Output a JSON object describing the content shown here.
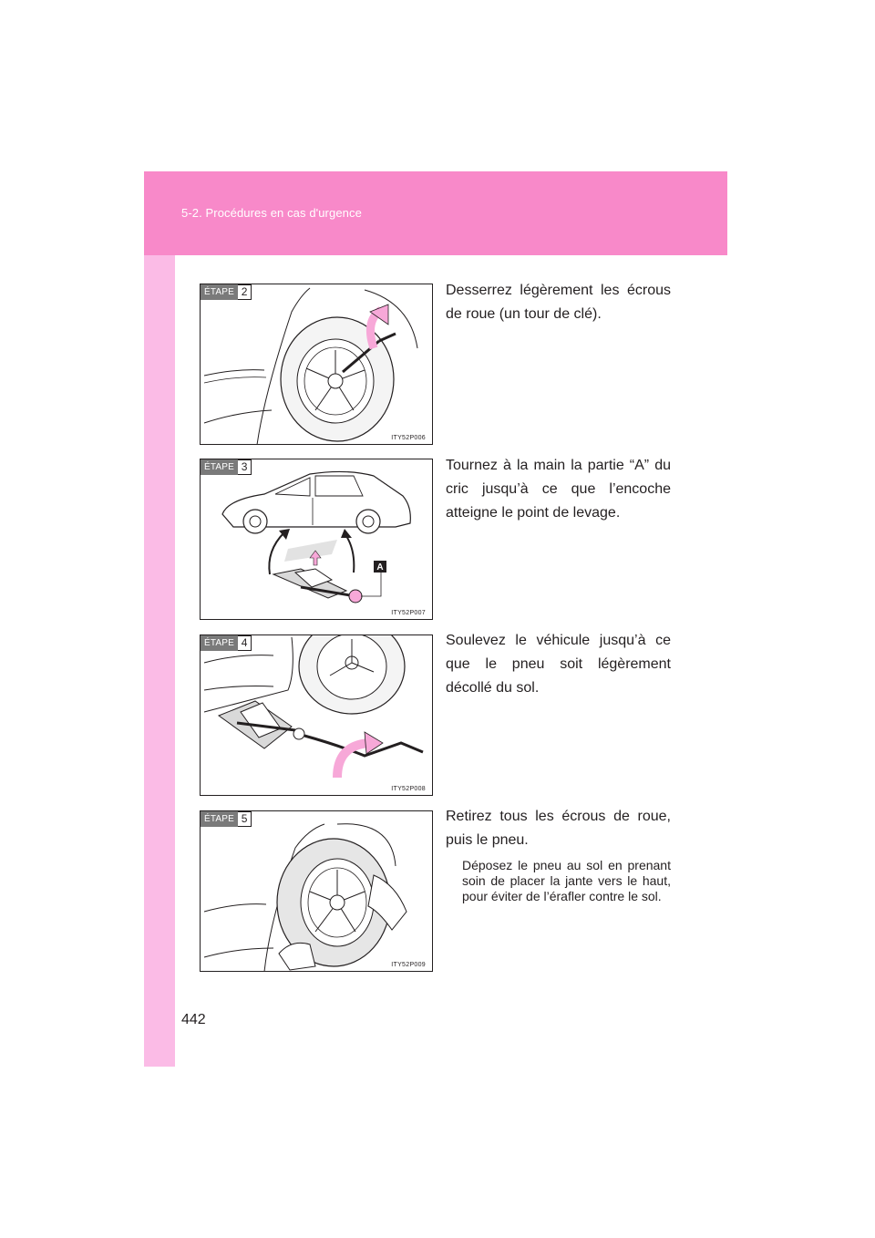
{
  "header": {
    "section_title": "5-2. Procédures en cas d'urgence",
    "band_color": "#f889c9",
    "strip_color": "#fbbbe6"
  },
  "page_number": "442",
  "steps": [
    {
      "badge_word": "ÉTAPE",
      "number": "2",
      "figure_code": "ITY52P006",
      "text": "Desserrez légèrement les écrous de roue (un tour de clé)."
    },
    {
      "badge_word": "ÉTAPE",
      "number": "3",
      "figure_code": "ITY52P007",
      "callout": "A",
      "text": "Tournez à la main la partie “A” du cric jusqu’à ce que l’encoche atteigne le point de levage."
    },
    {
      "badge_word": "ÉTAPE",
      "number": "4",
      "figure_code": "ITY52P008",
      "text": "Soulevez le véhicule jusqu’à ce que le pneu soit légèrement décollé du sol."
    },
    {
      "badge_word": "ÉTAPE",
      "number": "5",
      "figure_code": "ITY52P009",
      "text": "Retirez tous les écrous de roue, puis le pneu.",
      "note": "Déposez le pneu au sol en prenant soin de placer la jante vers le haut, pour éviter de l’érafler contre le sol."
    }
  ],
  "accent_arrow_color": "#f7a8d8"
}
